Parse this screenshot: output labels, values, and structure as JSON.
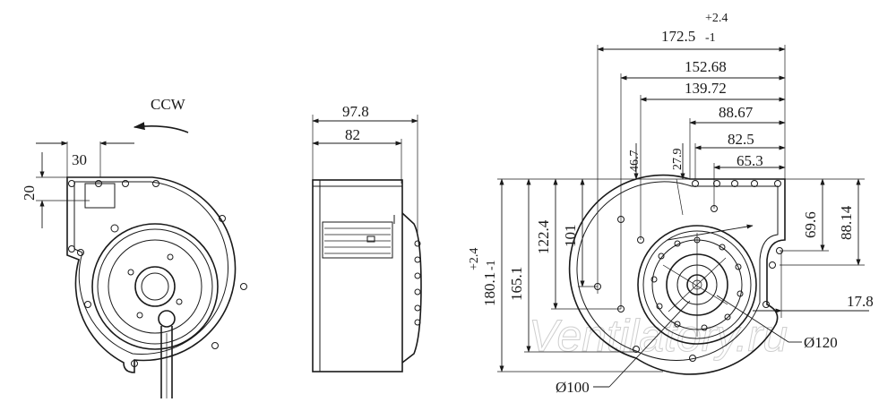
{
  "rotation": {
    "label": "CCW"
  },
  "front_view": {
    "dim_width": "30",
    "dim_height": "20"
  },
  "side_view": {
    "dim_overall": "97.8",
    "dim_body": "82"
  },
  "dims_top": {
    "overall_main": "172.5",
    "overall_tol_plus": "+2.4",
    "overall_tol_minus": "-1",
    "d1": "152.68",
    "d2": "139.72",
    "d3": "88.67",
    "d4": "82.5",
    "d5": "65.3",
    "d6": "46.7",
    "d7": "27.9"
  },
  "dims_left": {
    "overall_main": "180.1",
    "overall_tol_plus": "+2.4",
    "overall_tol_minus": "-1",
    "d1": "165.1",
    "d2": "122.4",
    "d3": "101"
  },
  "dims_right": {
    "d1": "88.14",
    "d2": "69.6",
    "d3": "17.8"
  },
  "diameters": {
    "inner": "Ø100",
    "outer": "Ø120"
  },
  "watermark": "Ventilatory.ru"
}
